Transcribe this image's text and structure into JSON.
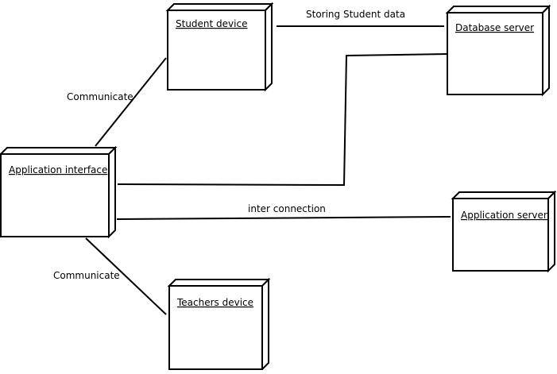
{
  "nodes": {
    "student_device": "Student device",
    "database_server": "Database server",
    "application_interface": "Application interface",
    "application_server": "Application server",
    "teachers_device": "Teachers device"
  },
  "edges": {
    "student_to_database": "Storing Student data",
    "interface_to_student": "Communicate",
    "interface_to_server": "inter connection",
    "interface_to_teachers": "Communicate"
  }
}
